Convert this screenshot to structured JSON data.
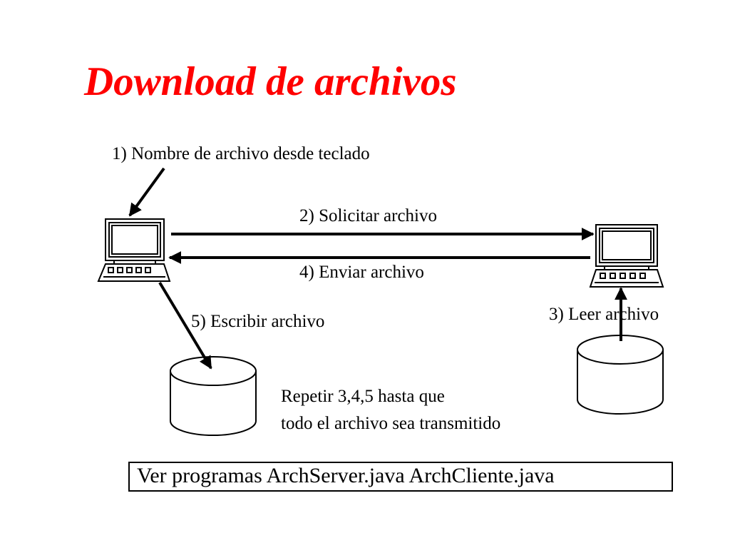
{
  "title": "Download de archivos",
  "labels": {
    "step1": "1) Nombre de archivo desde teclado",
    "step2": "2) Solicitar archivo",
    "step3": "3) Leer archivo",
    "step4": "4) Enviar archivo",
    "step5": "5) Escribir archivo"
  },
  "note": {
    "line1": "Repetir 3,4,5 hasta que",
    "line2": "todo el archivo sea transmitido"
  },
  "footer": "Ver programas ArchServer.java ArchCliente.java",
  "colors": {
    "title": "#ff0000",
    "lines": "#000000"
  }
}
